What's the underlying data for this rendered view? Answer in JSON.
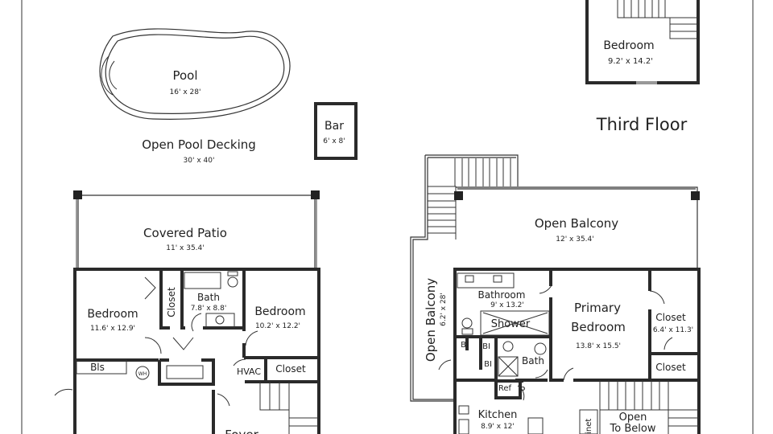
{
  "title": "Third Floor",
  "outdoor": {
    "pool": {
      "name": "Pool",
      "size": "16' x 28'"
    },
    "decking": {
      "name": "Open Pool Decking",
      "size": "30' x 40'"
    },
    "bar": {
      "name": "Bar",
      "size": "6' x 8'"
    },
    "covered_patio": {
      "name": "Covered Patio",
      "size": "11' x 35.4'"
    }
  },
  "left_floor": {
    "bedroom_left": {
      "name": "Bedroom",
      "size": "11.6' x 12.9'"
    },
    "closet_left": "Closet",
    "bath": {
      "name": "Bath",
      "size": "7.8' x 8.8'"
    },
    "bedroom_right": {
      "name": "Bedroom",
      "size": "10.2' x 12.2'"
    },
    "bls": "Bls",
    "wh": "WH",
    "hvac": "HVAC",
    "closet_right": "Closet",
    "foyer": "Foyer"
  },
  "upper_bedroom": {
    "name": "Bedroom",
    "size": "9.2' x 14.2'"
  },
  "right_floor": {
    "open_balcony_top": {
      "name": "Open Balcony",
      "size": "12' x 35.4'"
    },
    "open_balcony_side": {
      "name": "Open Balcony",
      "size": "6.2' x 28'"
    },
    "bathroom": {
      "name": "Bathroom",
      "size": "9' x 13.2'"
    },
    "shower": "Shower",
    "primary_bedroom": {
      "line1": "Primary",
      "line2": "Bedroom",
      "size": "13.8' x 15.5'"
    },
    "closet_large": {
      "name": "Closet",
      "size": "6.4' x 11.3'"
    },
    "closet_small": "Closet",
    "bi": [
      "BI",
      "BI",
      "BI"
    ],
    "bath": "Bath",
    "ref": "Ref",
    "pantry": "P",
    "kitchen": {
      "name": "Kitchen",
      "size": "8.9' x 12'"
    },
    "cabinet": "Cabinet",
    "open_to_below": {
      "line1": "Open",
      "line2": "To Below"
    }
  }
}
